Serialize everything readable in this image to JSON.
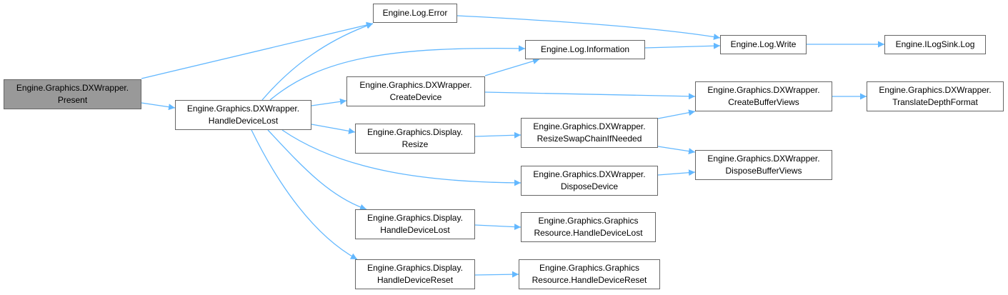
{
  "colors": {
    "edge": "#63b8ff",
    "root_fill": "#999999",
    "border": "#666666"
  },
  "nodes": {
    "present": [
      "Engine.Graphics.DXWrapper.",
      "Present"
    ],
    "dx_handle_lost": [
      "Engine.Graphics.DXWrapper.",
      "HandleDeviceLost"
    ],
    "log_error": [
      "Engine.Log.Error"
    ],
    "log_information": [
      "Engine.Log.Information"
    ],
    "create_device": [
      "Engine.Graphics.DXWrapper.",
      "CreateDevice"
    ],
    "display_resize": [
      "Engine.Graphics.Display.",
      "Resize"
    ],
    "resize_swap": [
      "Engine.Graphics.DXWrapper.",
      "ResizeSwapChainIfNeeded"
    ],
    "dispose_device": [
      "Engine.Graphics.DXWrapper.",
      "DisposeDevice"
    ],
    "log_write": [
      "Engine.Log.Write"
    ],
    "ilogsink_log": [
      "Engine.ILogSink.Log"
    ],
    "create_buffer_views": [
      "Engine.Graphics.DXWrapper.",
      "CreateBufferViews"
    ],
    "translate_depth": [
      "Engine.Graphics.DXWrapper.",
      "TranslateDepthFormat"
    ],
    "dispose_buffer_views": [
      "Engine.Graphics.DXWrapper.",
      "DisposeBufferViews"
    ],
    "display_handle_lost": [
      "Engine.Graphics.Display.",
      "HandleDeviceLost"
    ],
    "gr_handle_lost": [
      "Engine.Graphics.Graphics",
      "Resource.HandleDeviceLost"
    ],
    "display_handle_reset": [
      "Engine.Graphics.Display.",
      "HandleDeviceReset"
    ],
    "gr_handle_reset": [
      "Engine.Graphics.Graphics",
      "Resource.HandleDeviceReset"
    ]
  }
}
